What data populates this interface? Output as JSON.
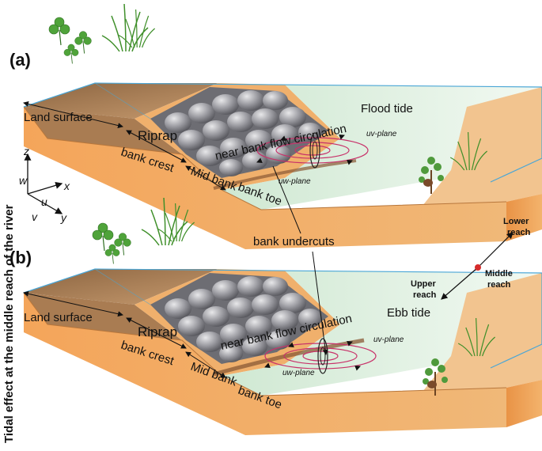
{
  "side_title": "Tidal effect at the middle reach of the river",
  "panels": [
    {
      "letter": "(a)",
      "tide": "Flood tide",
      "land_surface": "Land surface",
      "riprap": "Riprap",
      "bank_crest": "bank crest",
      "mid_bank": "Mid bank",
      "bank_toe": "bank toe",
      "circulation": "near bank flow circulation",
      "uv_plane": "uv-plane",
      "uw_plane": "uw-plane"
    },
    {
      "letter": "(b)",
      "tide": "Ebb tide",
      "land_surface": "Land surface",
      "riprap": "Riprap",
      "bank_crest": "bank crest",
      "mid_bank": "Mid bank",
      "bank_toe": "bank toe",
      "circulation": "near bank flow circulation",
      "uv_plane": "uv-plane",
      "uw_plane": "uw-plane"
    }
  ],
  "bank_undercuts": "bank undercuts",
  "axes": {
    "z": "z",
    "w": "w",
    "x": "x",
    "u": "u",
    "v": "v",
    "y": "y"
  },
  "reach": {
    "lower": "Lower\nreach",
    "middle": "Middle\nreach",
    "upper": "Upper\nreach"
  },
  "colors": {
    "soil_top": "#b98d62",
    "soil_front": "#f2a35a",
    "water": "#dcefe3",
    "rock": "#8a8a8e",
    "water_line": "#4aa6d6",
    "vortex": "#c8326a",
    "marker": "#d62b2b"
  }
}
